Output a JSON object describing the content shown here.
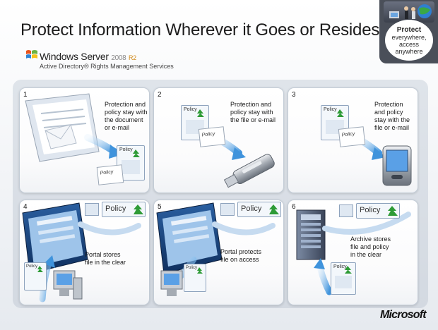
{
  "title": "Protect Information Wherever it Goes or Resides",
  "badge": {
    "line1": "Protect",
    "line2": "everywhere,",
    "line3": "access",
    "line4": "anywhere"
  },
  "logo": {
    "brand": "Windows Server",
    "version": "2008",
    "release": "R2",
    "product": "Active Directory® Rights Management Services"
  },
  "policy_label": "Policy",
  "panels": [
    {
      "number": "1",
      "text": [
        "Protection and",
        "policy stay with",
        "the document",
        "or e-mail"
      ]
    },
    {
      "number": "2",
      "text": [
        "Protection and",
        "policy stay with",
        "the file or e-mail"
      ]
    },
    {
      "number": "3",
      "text": [
        "Protection",
        "and policy",
        "stay with the",
        "file or e-mail"
      ]
    },
    {
      "number": "4",
      "text": [
        "Portal stores",
        "file in the clear"
      ]
    },
    {
      "number": "5",
      "text": [
        "Portal protects",
        "file on access"
      ]
    },
    {
      "number": "6",
      "text": [
        "Archive stores",
        "file and policy",
        "in the clear"
      ]
    }
  ],
  "footer": {
    "brand": "Microsoft"
  },
  "colors": {
    "accent_blue": "#4f9fe0",
    "policy_green": "#2e9b36",
    "panel_border": "#c3ccd6",
    "badge_dark": "#4a4f59"
  }
}
